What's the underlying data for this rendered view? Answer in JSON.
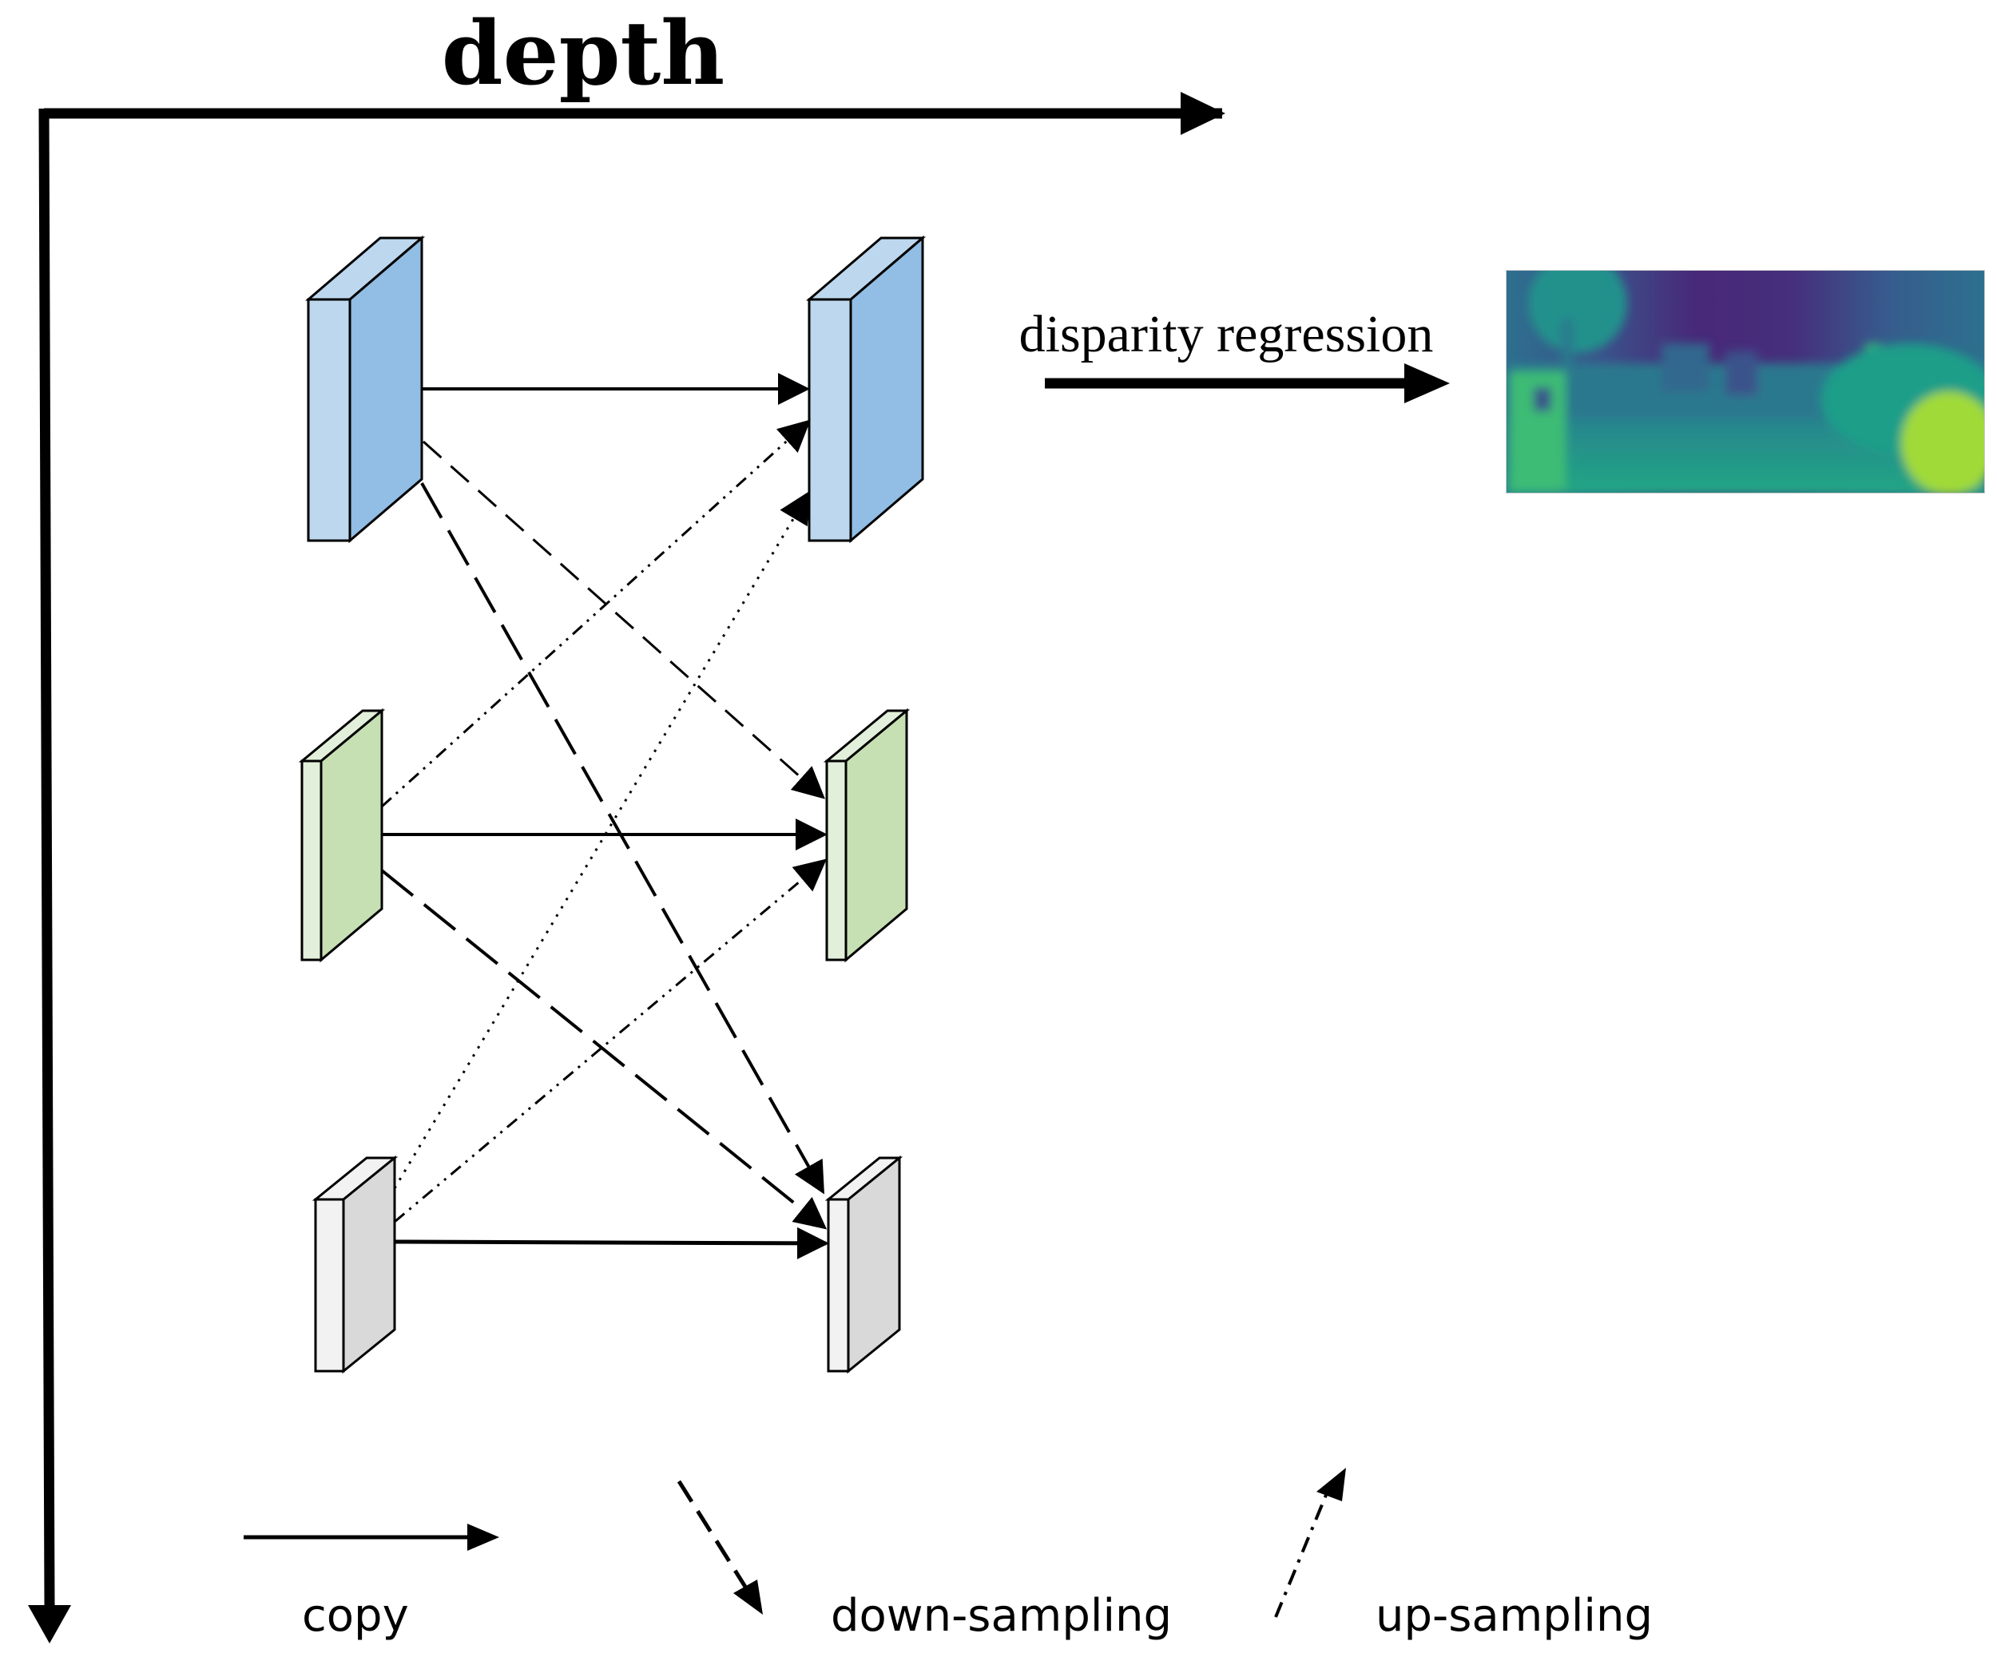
{
  "diagram": {
    "axis_label": "depth",
    "regression_label": "disparity regression",
    "legend": {
      "copy": "copy",
      "down": "down-sampling",
      "up": "up-sampling"
    },
    "colors": {
      "blue_front": "#bdd7ee",
      "blue_side": "#92bde4",
      "green_front": "#e2efda",
      "green_side": "#c6e0b4",
      "gray_front": "#f2f2f2",
      "gray_side": "#d9d9d9"
    }
  }
}
